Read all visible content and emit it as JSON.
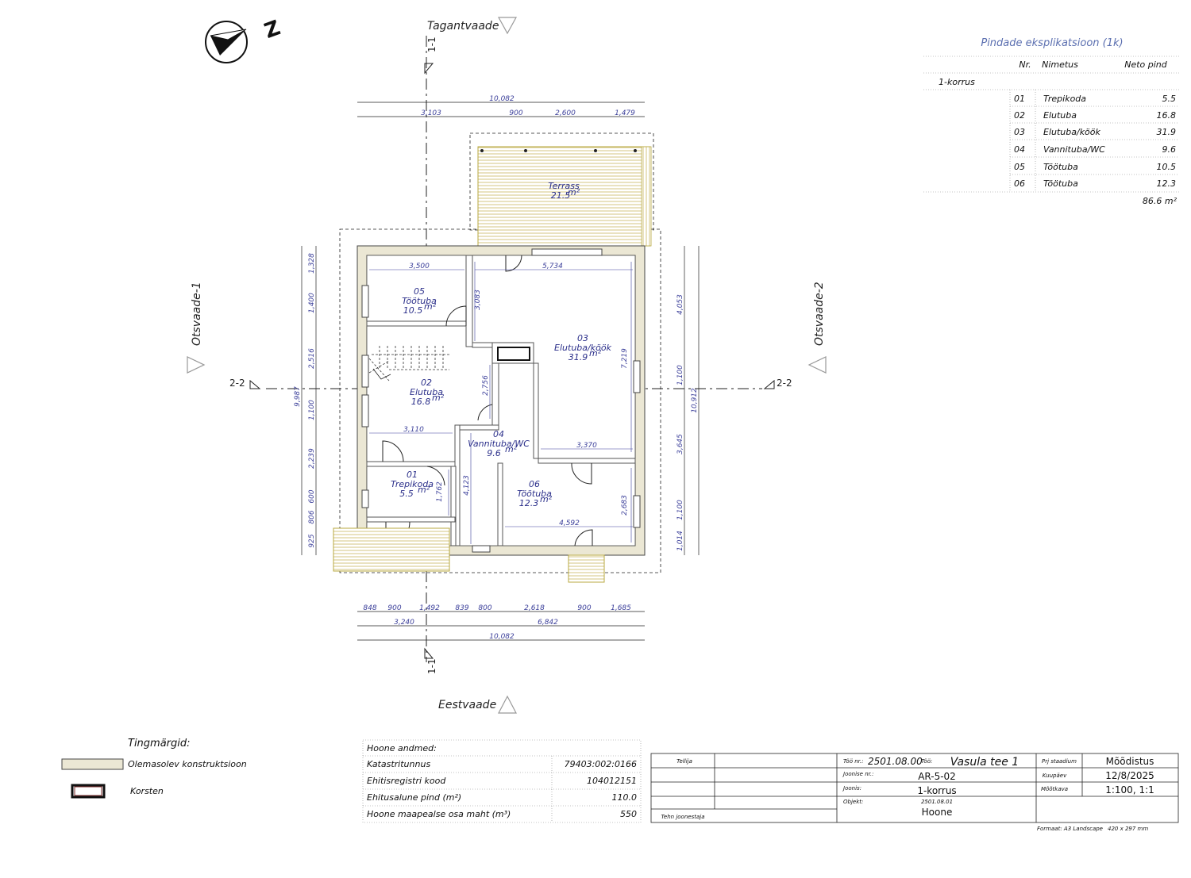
{
  "north": "Z",
  "views": {
    "back": "Tagantvaade",
    "front": "Eestvaade",
    "side1": "Otsvaade-1",
    "side2": "Otsvaade-2",
    "cut11": "1-1",
    "cut22": "2-2"
  },
  "dimensions": {
    "top_total": "10,082",
    "top": [
      "3,103",
      "900",
      "2,600",
      "1,479"
    ],
    "bottom": [
      "848",
      "900",
      "1,492",
      "839",
      "800",
      "2,618",
      "900",
      "1,685"
    ],
    "bottom_mid": [
      "3,240",
      "6,842"
    ],
    "bottom_total": "10,082",
    "left": [
      "1,328",
      "1,400",
      "2,516",
      "1,100",
      "2,239",
      "600",
      "806",
      "925"
    ],
    "left_total": "9,987",
    "right": [
      "4,053",
      "1,100",
      "3,645",
      "1,100",
      "1,014"
    ],
    "right_total": "10,912",
    "inner": {
      "r05_w": "3,500",
      "r03_w": "5,734",
      "r05_h": "3,083",
      "r03_h": "7,219",
      "r02_h": "2,756",
      "r02_w": "3,110",
      "r04_h": "4,123",
      "r01_h": "1,762",
      "r06_w_top": "3,370",
      "r06_w": "4,592",
      "r06_h": "2,683"
    }
  },
  "rooms": {
    "r05": {
      "nr": "05",
      "name": "Töötuba",
      "area": "10.5"
    },
    "r03": {
      "nr": "03",
      "name": "Elutuba/köök",
      "area": "31.9"
    },
    "r02": {
      "nr": "02",
      "name": "Elutuba",
      "area": "16.8"
    },
    "r04": {
      "nr": "04",
      "name": "Vannituba/WC",
      "area": "9.6"
    },
    "r01": {
      "nr": "01",
      "name": "Trepikoda",
      "area": "5.5"
    },
    "r06": {
      "nr": "06",
      "name": "Töötuba",
      "area": "12.3"
    },
    "terrace": {
      "name": "Terrass",
      "area": "21.5"
    }
  },
  "area_unit": "m²",
  "explication": {
    "title": "Pindade eksplikatsioon (1k)",
    "headers": {
      "nr": "Nr.",
      "name": "Nimetus",
      "area": "Neto pind"
    },
    "floor": "1-korrus",
    "rows": [
      {
        "nr": "01",
        "name": "Trepikoda",
        "area": "5.5"
      },
      {
        "nr": "02",
        "name": "Elutuba",
        "area": "16.8"
      },
      {
        "nr": "03",
        "name": "Elutuba/köök",
        "area": "31.9"
      },
      {
        "nr": "04",
        "name": "Vannituba/WC",
        "area": "9.6"
      },
      {
        "nr": "05",
        "name": "Töötuba",
        "area": "10.5"
      },
      {
        "nr": "06",
        "name": "Töötuba",
        "area": "12.3"
      }
    ],
    "total": "86.6 m²"
  },
  "legend": {
    "title": "Tingmärgid:",
    "existing": "Olemasolev konstruktsioon",
    "chimney": "Korsten"
  },
  "building_data": {
    "title": "Hoone andmed:",
    "rows": [
      {
        "label": "Katastritunnus",
        "value": "79403:002:0166"
      },
      {
        "label": "Ehitisregistri kood",
        "value": "104012151"
      },
      {
        "label": "Ehitusalune pind (m²)",
        "value": "110.0"
      },
      {
        "label": "Hoone maapealse osa maht (m³)",
        "value": "550"
      }
    ]
  },
  "title_block": {
    "client_label": "Tellija",
    "drawer_label": "Tehn joonestaja",
    "work_nr_label": "Töö nr.:",
    "work_nr": "2501.08.00",
    "work_label": "Töö:",
    "work": "Vasula tee 1",
    "drawing_nr_label": "Joonise nr.:",
    "drawing_nr": "AR-5-02",
    "drawing_label": "Joonis:",
    "drawing": "1-korrus",
    "object_label": "Objekt:",
    "object_code": "2501.08.01",
    "object": "Hoone",
    "stage_label": "Prj staadium",
    "stage": "Mõõdistus",
    "date_label": "Kuupäev",
    "date": "12/8/2025",
    "scale_label": "Mõõtkava",
    "scale": "1:100, 1:1",
    "format": "Formaat: A3 Landscape",
    "size": "420 x 297 mm"
  }
}
